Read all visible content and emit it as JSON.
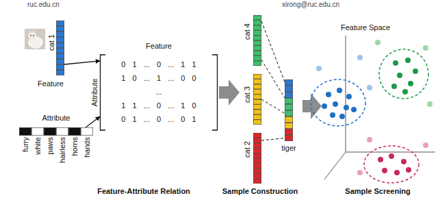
{
  "diagram": {
    "nodes": [
      {
        "text": [
          "cat 1"
        ]
      },
      {
        "text": [
          "Attribute",
          "furry",
          "white",
          "paws",
          "hairless",
          "horns",
          "hands"
        ]
      },
      {
        "text": [
          "Feature",
          "Attribute",
          "0 1 ... 0 ... 1 1",
          "1 0 ... 1 ... 0 0",
          "...",
          "1 1 ... 0 ... 1 0",
          "0 1 ... 0 ... 0 1"
        ]
      },
      {
        "text": [
          "cat 4"
        ]
      },
      {
        "text": [
          "cat 3"
        ]
      },
      {
        "text": [
          "cat 2"
        ]
      },
      {
        "text": [
          "tiger"
        ]
      }
    ],
    "edges": [
      {
        "from": 0,
        "to": 2,
        "arrow": "to"
      },
      {
        "from": 1,
        "to": 2,
        "arrow": "to"
      },
      {
        "from": 3,
        "to": 6,
        "arrow": "none"
      },
      {
        "from": 3,
        "to": 6,
        "arrow": "none"
      },
      {
        "from": 4,
        "to": 6,
        "arrow": "none"
      },
      {
        "from": 5,
        "to": 6,
        "arrow": "none"
      }
    ],
    "labels": [
      "ruc.edu.cn",
      "xirong@ruc.edu.cn",
      "Feature",
      "Feature Space",
      "Feature-Attribute Relation",
      "Sample Construction",
      "Sample Screening"
    ]
  }
}
